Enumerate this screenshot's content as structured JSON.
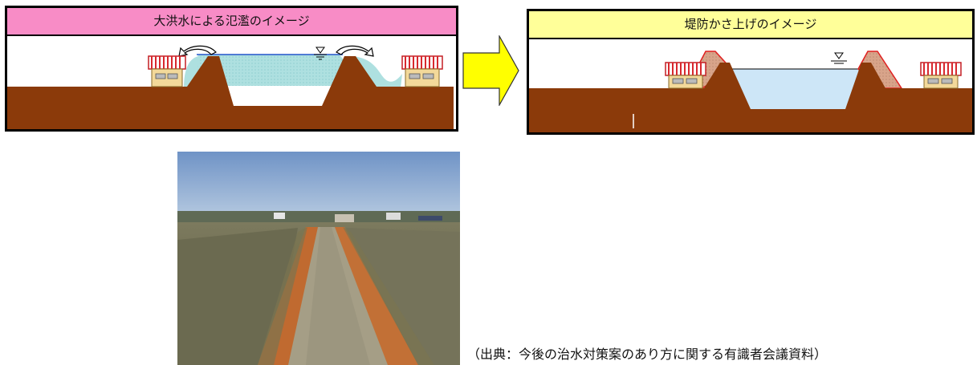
{
  "left_panel": {
    "title": "大洪水による氾濫のイメージ",
    "title_bg": "#f88cc6"
  },
  "right_panel": {
    "title": "堤防かさ上げのイメージ",
    "title_bg": "#ffff99"
  },
  "arrow_color": "#ffff00",
  "colors": {
    "ground": "#8b3a0a",
    "water_left": "#aee0e0",
    "water_right": "#cde6f7",
    "raised_levee": "#d8a48a",
    "house_roof_stripe": "#d8282e",
    "house_wall": "#f3d99a"
  },
  "icons": {
    "water_level_symbol": "water-level-icon",
    "overflow_arrows": "curved-arrow-icon"
  },
  "source_caption": "（出典：今後の治水対策案のあり方に関する有識者会議資料）"
}
